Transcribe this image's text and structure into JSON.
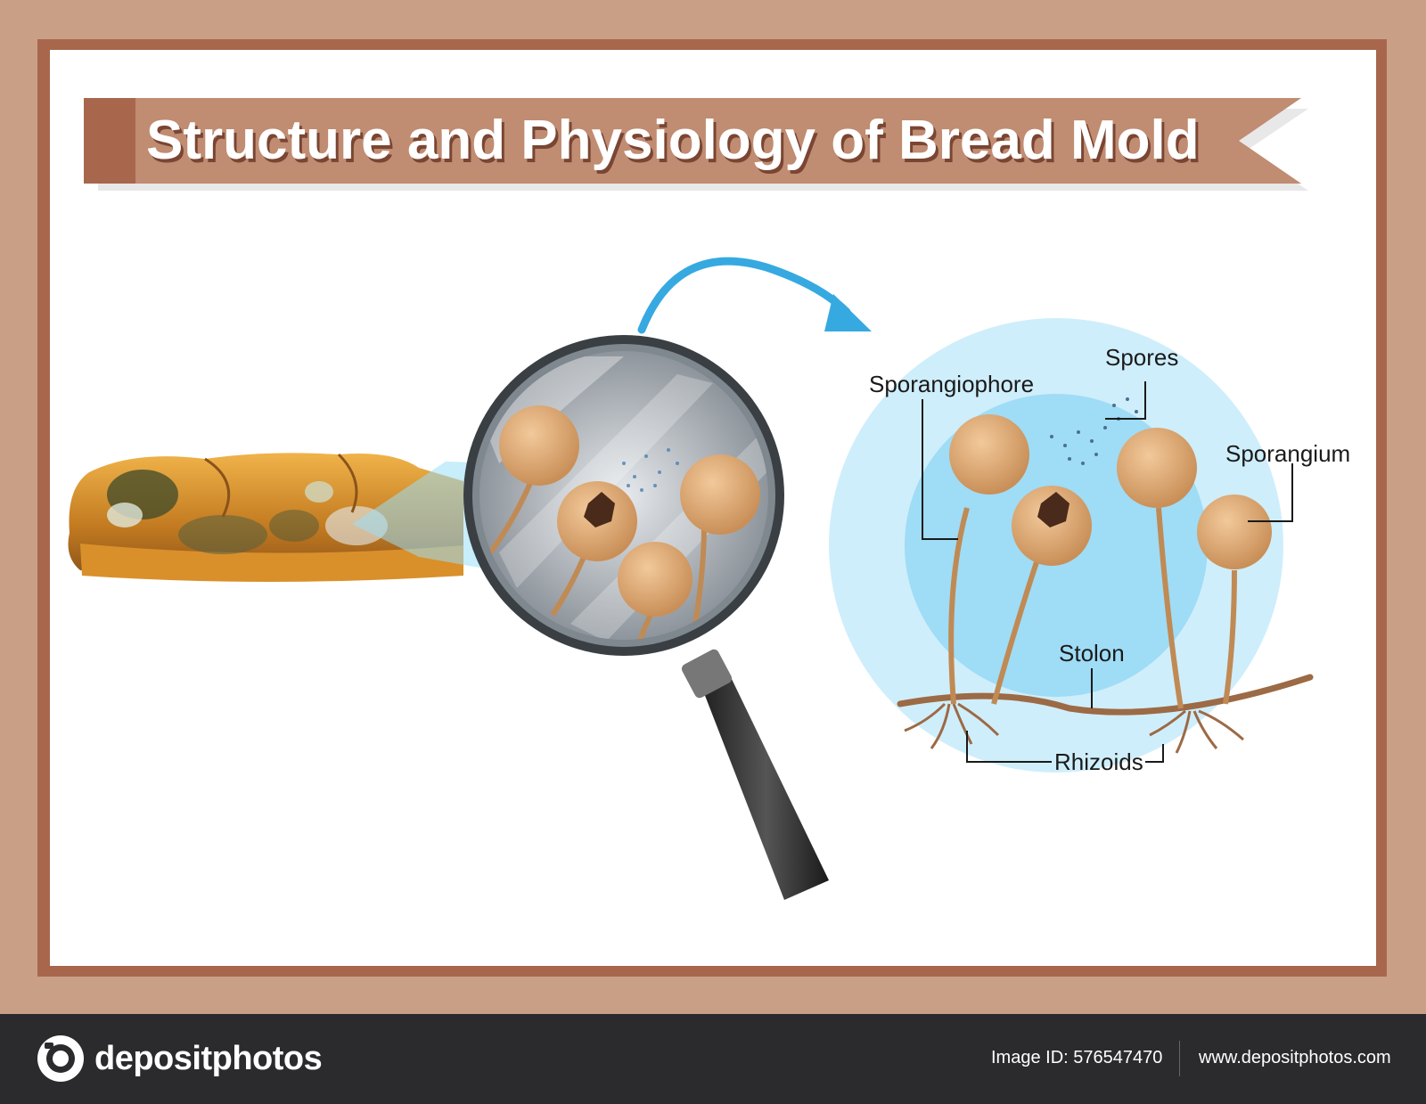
{
  "title": "Structure and Physiology of Bread Mold",
  "labels": {
    "sporangiophore": "Sporangiophore",
    "spores": "Spores",
    "sporangium": "Sporangium",
    "stolon": "Stolon",
    "rhizoids": "Rhizoids"
  },
  "footer": {
    "brand": "depositphotos",
    "image_id": "Image ID: 576547470",
    "website": "www.depositphotos.com"
  },
  "colors": {
    "frame": "#c9a086",
    "banner": "#c08c72",
    "circle_light": "#cfeefb",
    "circle_dark": "#9fdcf6",
    "arrow": "#36a9e1",
    "spore_body": "#d9a874",
    "footer_bg": "#2b2b2d"
  }
}
